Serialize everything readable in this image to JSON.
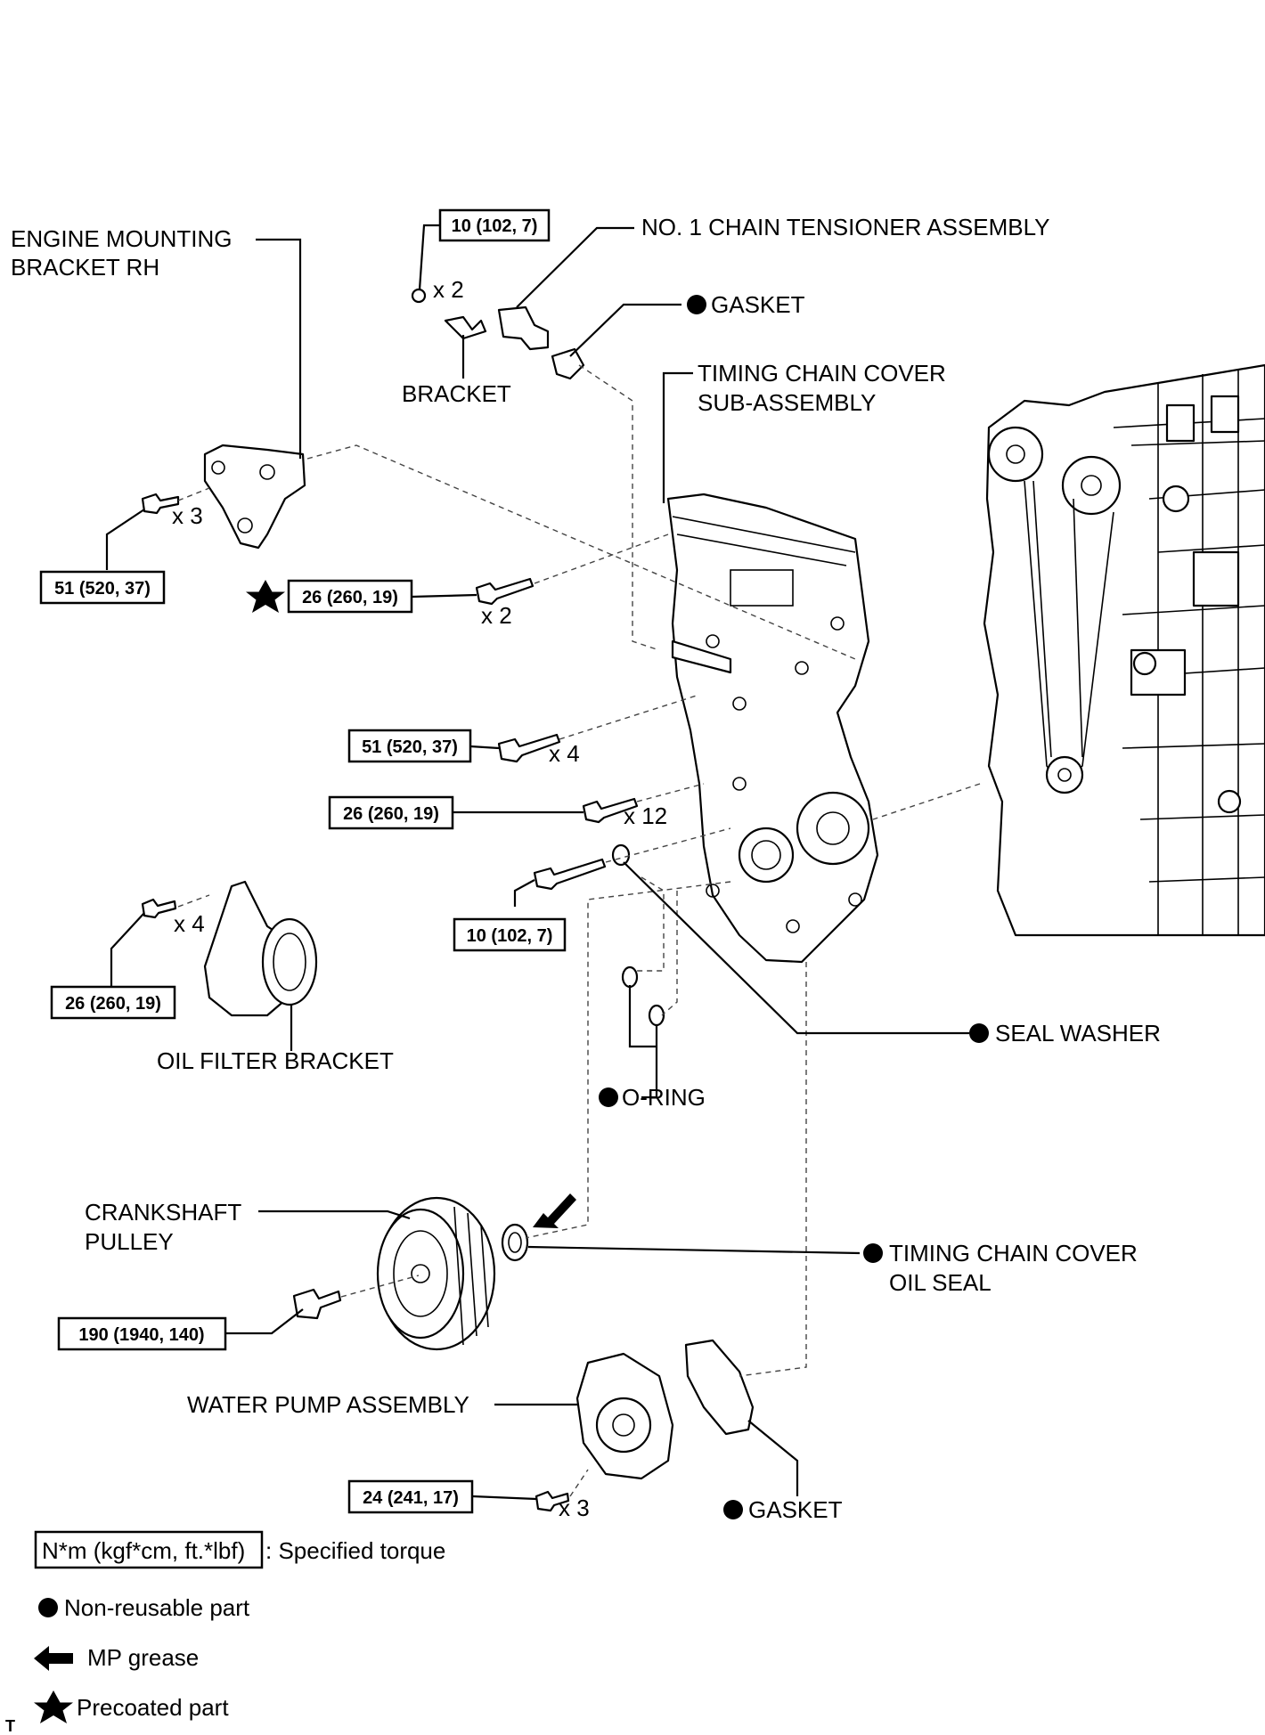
{
  "labels": {
    "engine_mounting_bracket_line1": "ENGINE MOUNTING",
    "engine_mounting_bracket_line2": "BRACKET RH",
    "chain_tensioner": "NO. 1 CHAIN TENSIONER ASSEMBLY",
    "gasket_top": "GASKET",
    "bracket": "BRACKET",
    "timing_cover_line1": "TIMING CHAIN COVER",
    "timing_cover_line2": "SUB-ASSEMBLY",
    "oil_filter_bracket": "OIL FILTER BRACKET",
    "seal_washer": "SEAL WASHER",
    "o_ring": "O-RING",
    "crankshaft_line1": "CRANKSHAFT",
    "crankshaft_line2": "PULLEY",
    "oil_seal_line1": "TIMING CHAIN COVER",
    "oil_seal_line2": "OIL SEAL",
    "water_pump": "WATER PUMP ASSEMBLY",
    "gasket_bottom": "GASKET"
  },
  "torques": {
    "tensioner_nut": "10 (102, 7)",
    "mount_bracket_bolt": "51 (520, 37)",
    "cover_precoated_bolt": "26 (260, 19)",
    "cover_bolt_51": "51 (520, 37)",
    "cover_bolt_26": "26 (260, 19)",
    "cover_long_bolt": "10 (102, 7)",
    "oil_filter_bolt": "26 (260, 19)",
    "crank_pulley_bolt": "190 (1940, 140)",
    "water_pump_bolt": "24 (241, 17)"
  },
  "quantities": {
    "tensioner_nut": "x 2",
    "mount_bracket_bolt": "x 3",
    "cover_precoated_bolt": "x 2",
    "cover_bolt_51": "x 4",
    "cover_bolt_26": "x 12",
    "oil_filter_bolt": "x 4",
    "water_pump_bolt": "x 3"
  },
  "legend": {
    "torque_unit": "N*m (kgf*cm, ft.*lbf)",
    "torque_desc": ": Specified torque",
    "non_reusable": "Non-reusable part",
    "mp_grease": "MP grease",
    "precoated": "Precoated part"
  },
  "corner_mark": "T"
}
